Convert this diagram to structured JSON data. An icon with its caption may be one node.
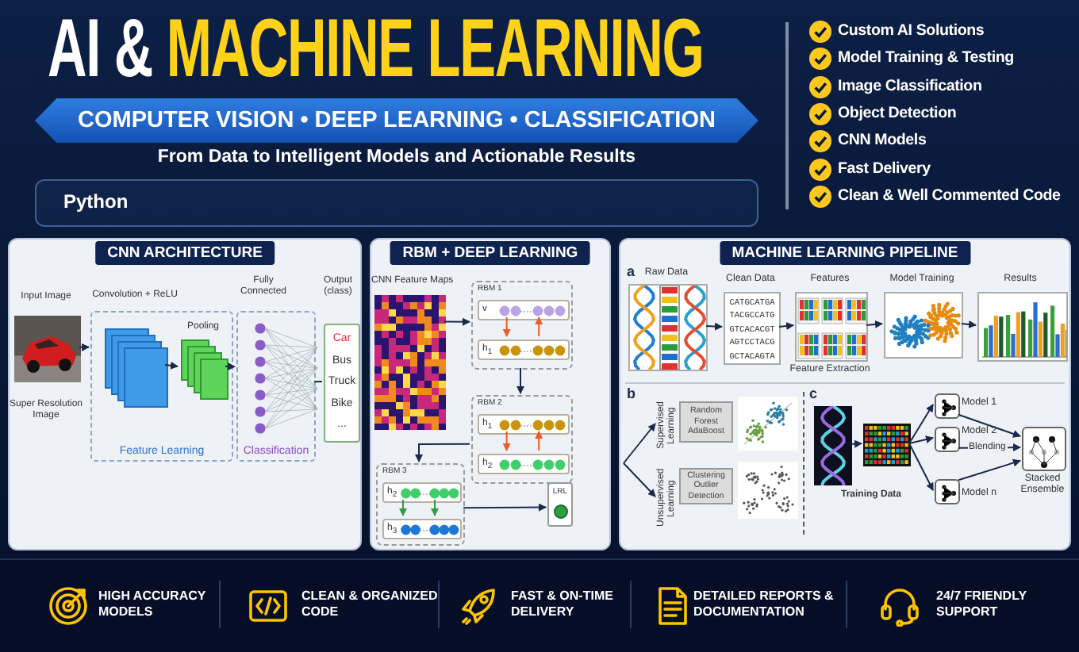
{
  "diagram": {
    "title": "AI & MACHINE LEARNING",
    "nodes": [
      {
        "text": [
          "CNN ARCHITECTURE"
        ]
      },
      {
        "text": [],
        "shape": "picture",
        "in": 0,
        "beside": [
          "Input Image",
          "Super Resolution Image"
        ]
      },
      {
        "text": [
          "Feature Learning"
        ],
        "in": 0
      },
      {
        "text": [],
        "shape": "box",
        "in": 2,
        "beside": [
          "Convolution + ReLU"
        ]
      },
      {
        "text": [],
        "shape": "box",
        "in": 2,
        "beside": [
          "Pooling"
        ]
      },
      {
        "text": [
          "Classification"
        ],
        "in": 0,
        "beside": [
          "Fully Connected"
        ]
      },
      {
        "text": [
          "Car",
          "Bus",
          "Truck",
          "Bike",
          "..."
        ],
        "in": 0,
        "beside": [
          "Output (class)"
        ]
      },
      {
        "text": [
          "RBM + DEEP LEARNING"
        ]
      },
      {
        "text": [],
        "shape": "picture",
        "in": 7,
        "beside": [
          "CNN Feature Maps"
        ]
      },
      {
        "text": [
          "RBM 1"
        ],
        "in": 7
      },
      {
        "text": [
          "v"
        ],
        "in": 9
      },
      {
        "text": [
          "h$_{1}$"
        ],
        "in": 9
      },
      {
        "text": [
          "RBM 2"
        ],
        "in": 7
      },
      {
        "text": [
          "h$_{1}$"
        ],
        "in": 12
      },
      {
        "text": [
          "h$_{2}$"
        ],
        "in": 12
      },
      {
        "text": [
          "RBM 3"
        ],
        "in": 7
      },
      {
        "text": [
          "h$_{2}$"
        ],
        "in": 15
      },
      {
        "text": [
          "h$_{3}$"
        ],
        "in": 15
      },
      {
        "text": [
          "LRL"
        ],
        "in": 7
      },
      {
        "text": [
          "MACHINE LEARNING PIPELINE"
        ]
      },
      {
        "text": [],
        "shape": "picture",
        "in": 19,
        "beside": [
          "Raw Data"
        ]
      },
      {
        "text": [
          "CATGCATGA TACGCCATG GTCACACGT AGTCCTACG GCTACAGTA"
        ],
        "in": 19,
        "beside": [
          "Clean Data"
        ]
      },
      {
        "text": [],
        "shape": "picture",
        "in": 19,
        "beside": [
          "Features",
          "Feature Extraction"
        ]
      },
      {
        "text": [],
        "shape": "picture",
        "in": 19,
        "beside": [
          "Model Training"
        ]
      },
      {
        "text": [],
        "shape": "picture",
        "in": 19,
        "beside": [
          "Results"
        ]
      },
      {
        "text": [
          "Supervised Learning"
        ],
        "in": 19
      },
      {
        "text": [
          "Unsupervised Learning"
        ],
        "in": 19
      },
      {
        "text": [
          "Random Forest AdaBoost"
        ],
        "in": 19
      },
      {
        "text": [],
        "shape": "picture",
        "in": 19
      },
      {
        "text": [
          "Clustering Outlier Detection"
        ],
        "in": 19
      },
      {
        "text": [],
        "shape": "picture",
        "in": 19
      },
      {
        "text": [],
        "shape": "picture",
        "in": 19
      },
      {
        "text": [],
        "shape": "picture",
        "in": 19
      },
      {
        "text": [],
        "shape": "box",
        "in": 19,
        "beside": [
          "Model 1"
        ]
      },
      {
        "text": [],
        "shape": "box",
        "in": 19,
        "beside": [
          "Model 2"
        ]
      },
      {
        "text": [],
        "shape": "box",
        "in": 19,
        "beside": [
          "Model n"
        ]
      },
      {
        "text": [],
        "shape": "box",
        "in": 19,
        "beside": [
          "Stacked Ensemble"
        ]
      }
    ],
    "edges": [
      {
        "from": 1,
        "to": 2,
        "arrow": "to"
      },
      {
        "from": 3,
        "to": 4,
        "arrow": "to"
      },
      {
        "from": 4,
        "to": 5,
        "arrow": "to",
        "style": "dashed"
      },
      {
        "from": 5,
        "to": 6,
        "arrow": "none"
      },
      {
        "from": 8,
        "to": 9,
        "arrow": "to"
      },
      {
        "from": 10,
        "to": 11,
        "arrow": "to",
        "color": "#f05a28"
      },
      {
        "from": 11,
        "to": 10,
        "arrow": "to",
        "color": "#f05a28"
      },
      {
        "from": 9,
        "to": 12,
        "arrow": "to"
      },
      {
        "from": 13,
        "to": 14,
        "arrow": "to",
        "color": "#f05a28"
      },
      {
        "from": 14,
        "to": 13,
        "arrow": "to",
        "color": "#f05a28"
      },
      {
        "from": 12,
        "to": 15,
        "arrow": "to"
      },
      {
        "from": 16,
        "to": 17,
        "arrow": "to",
        "color": "#2e9e44"
      },
      {
        "from": 16,
        "to": 17,
        "arrow": "to",
        "color": "#2e9e44"
      },
      {
        "from": 15,
        "to": 18,
        "arrow": "to"
      },
      {
        "from": 20,
        "to": 21,
        "arrow": "to"
      },
      {
        "from": 21,
        "to": 22,
        "arrow": "to"
      },
      {
        "from": 22,
        "to": 23,
        "arrow": "to"
      },
      {
        "from": 23,
        "to": 24,
        "arrow": "to"
      },
      {
        "from": null,
        "to": 25,
        "arrow": "to"
      },
      {
        "from": null,
        "to": 26,
        "arrow": "to"
      },
      {
        "from": 31,
        "to": 32,
        "arrow": "to"
      },
      {
        "from": 32,
        "to": 33,
        "arrow": "to"
      },
      {
        "from": 32,
        "to": 34,
        "arrow": "to"
      },
      {
        "from": 32,
        "to": 35,
        "arrow": "to"
      },
      {
        "from": 33,
        "to": 36,
        "arrow": "to"
      },
      {
        "from": 34,
        "to": 36,
        "arrow": "to",
        "label": "Blending"
      },
      {
        "from": 35,
        "to": 36,
        "arrow": "to"
      }
    ],
    "labels": [
      "COMPUTER VISION • DEEP LEARNING • CLASSIFICATION",
      "From Data to Intelligent Models and Actionable Results",
      "Python",
      "Custom AI Solutions",
      "Model Training & Testing",
      "Image Classification",
      "Object Detection",
      "CNN Models",
      "Fast Delivery",
      "Clean & Well Commented Code",
      "a",
      "b",
      "c",
      "Training Data",
      "HIGH ACCURACY MODELS",
      "CLEAN & ORGANIZED CODE",
      "FAST & ON-TIME DELIVERY",
      "DETAILED REPORTS & DOCUMENTATION",
      "24/7 FRIENDLY SUPPORT"
    ]
  }
}
